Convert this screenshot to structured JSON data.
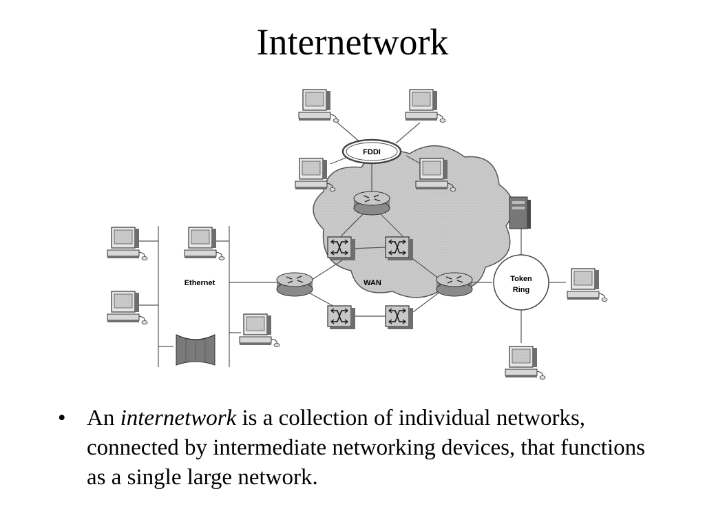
{
  "slide": {
    "title": "Internetwork"
  },
  "diagram": {
    "labels": {
      "fddi": "FDDI",
      "ethernet": "Ethernet",
      "wan": "WAN",
      "token_ring_line1": "Token",
      "token_ring_line2": "Ring"
    },
    "colors": {
      "device_fill": "#c8c8c8",
      "device_dark": "#6e6e6e",
      "cloud_fill": "#bdbdbd",
      "line": "#555555"
    }
  },
  "bullet": {
    "text_before": "An ",
    "italic": "internetwork",
    "text_after": " is a collection of individual networks, connected by intermediate networking devices, that functions as a single large network."
  }
}
